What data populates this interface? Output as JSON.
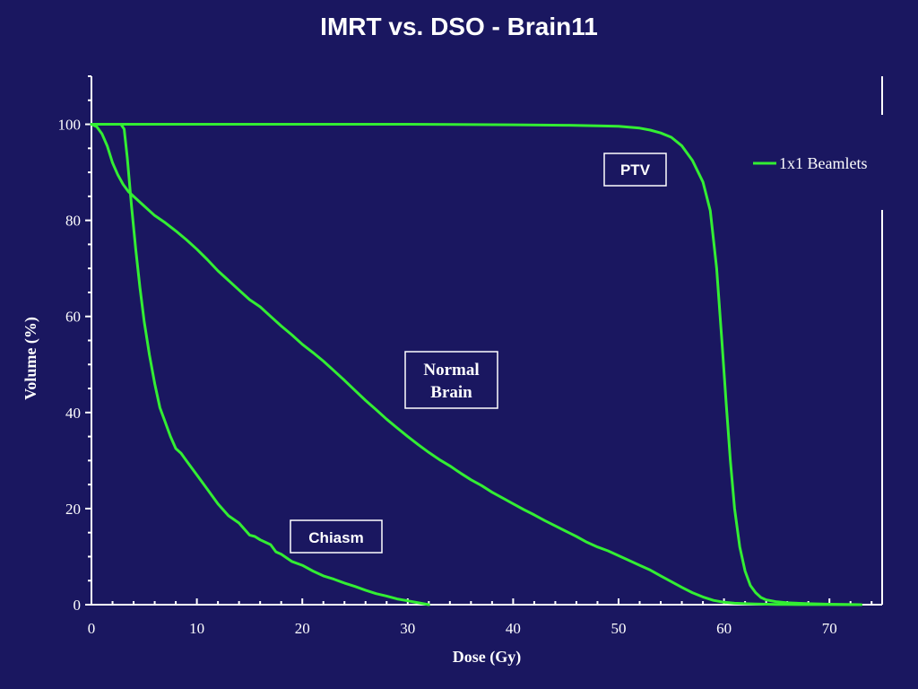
{
  "chart_data": {
    "type": "line",
    "title": "IMRT vs. DSO - Brain11",
    "xlabel": "Dose (Gy)",
    "ylabel": "Volume (%)",
    "xlim": [
      0,
      75
    ],
    "ylim": [
      0,
      110
    ],
    "xticks": [
      0,
      10,
      20,
      30,
      40,
      50,
      60,
      70
    ],
    "yticks": [
      0,
      20,
      40,
      60,
      80,
      100
    ],
    "grid": false,
    "legend": {
      "position": "right",
      "entries": [
        "1x1 Beamlets"
      ]
    },
    "colors": {
      "background": "#1a1760",
      "line": "#33ee33",
      "text": "#ffffff"
    },
    "annotations": [
      {
        "text": "PTV",
        "lines": [
          "PTV"
        ],
        "x": 51.7,
        "y": 90.5
      },
      {
        "text": "Normal Brain",
        "lines": [
          "Normal",
          "Brain"
        ],
        "x": 34.1,
        "y": 46.5
      },
      {
        "text": "Chiasm",
        "lines": [
          "Chiasm"
        ],
        "x": 23.5,
        "y": 14.0
      }
    ],
    "series": [
      {
        "name": "1x1 Beamlets",
        "curve": "PTV",
        "x": [
          0,
          10,
          20,
          30,
          40,
          45,
          48,
          50,
          52,
          53,
          54,
          55,
          56,
          57,
          58,
          58.7,
          59.3,
          59.8,
          60.2,
          60.6,
          61,
          61.5,
          62,
          62.5,
          63,
          63.5,
          64,
          65,
          66,
          68,
          70,
          73
        ],
        "y": [
          100,
          100,
          100,
          100,
          99.9,
          99.8,
          99.7,
          99.6,
          99.2,
          98.8,
          98.2,
          97.3,
          95.5,
          92.5,
          88,
          82,
          70,
          55,
          42,
          30,
          20,
          12,
          7,
          4,
          2.5,
          1.5,
          1,
          0.6,
          0.4,
          0.2,
          0.1,
          0
        ]
      },
      {
        "name": "1x1 Beamlets",
        "curve": "Normal Brain",
        "x": [
          0,
          0.5,
          1,
          1.5,
          2,
          2.5,
          3,
          3.5,
          4,
          5,
          6,
          7,
          8,
          9,
          10,
          11,
          12,
          13,
          14,
          15,
          16,
          17,
          18,
          19,
          20,
          21,
          22,
          23,
          24,
          25,
          26,
          27,
          28,
          29,
          30,
          31,
          32,
          33,
          34,
          35,
          36,
          37,
          38,
          39,
          40,
          41,
          42,
          43,
          44,
          45,
          46,
          47,
          48,
          49,
          50,
          51,
          52,
          53,
          54,
          55,
          56,
          57,
          58,
          59,
          60,
          61,
          62,
          63,
          64,
          65,
          66,
          68,
          70,
          73
        ],
        "y": [
          100,
          99.5,
          98,
          95.5,
          92,
          89.5,
          87.5,
          86,
          85,
          83,
          81,
          79.5,
          77.8,
          76,
          74,
          71.8,
          69.5,
          67.5,
          65.5,
          63.5,
          62,
          60,
          58,
          56.2,
          54.2,
          52.5,
          50.7,
          48.7,
          46.7,
          44.6,
          42.5,
          40.6,
          38.6,
          36.8,
          35,
          33.3,
          31.7,
          30.2,
          28.9,
          27.4,
          26,
          24.8,
          23.4,
          22.2,
          21,
          19.8,
          18.7,
          17.5,
          16.4,
          15.3,
          14.2,
          13,
          12,
          11.2,
          10.2,
          9.2,
          8.2,
          7.2,
          6,
          4.8,
          3.6,
          2.5,
          1.6,
          0.9,
          0.5,
          0.3,
          0.2,
          0.15,
          0.1,
          0.05,
          0.03,
          0.02,
          0.01,
          0
        ]
      },
      {
        "name": "1x1 Beamlets",
        "curve": "Chiasm",
        "x": [
          0,
          1,
          2,
          2.8,
          3.1,
          3.4,
          3.8,
          4.2,
          4.6,
          5,
          5.5,
          6,
          6.5,
          7,
          7.5,
          8,
          8.5,
          9,
          10,
          11,
          12,
          13,
          14,
          15,
          15.5,
          16,
          16.5,
          17,
          17.5,
          18,
          19,
          20,
          21,
          22,
          23,
          24,
          25,
          26,
          27,
          28,
          29,
          30,
          31,
          32
        ],
        "y": [
          100,
          100,
          100,
          100,
          99,
          93,
          83,
          74,
          66,
          59,
          52,
          46,
          41,
          38,
          35,
          32.5,
          31.5,
          30,
          27,
          24,
          21,
          18.5,
          17,
          14.5,
          14.2,
          13.5,
          13,
          12.5,
          11,
          10.5,
          9,
          8.2,
          7,
          6,
          5.3,
          4.5,
          3.8,
          3,
          2.3,
          1.8,
          1.2,
          0.8,
          0.4,
          0
        ]
      }
    ]
  }
}
